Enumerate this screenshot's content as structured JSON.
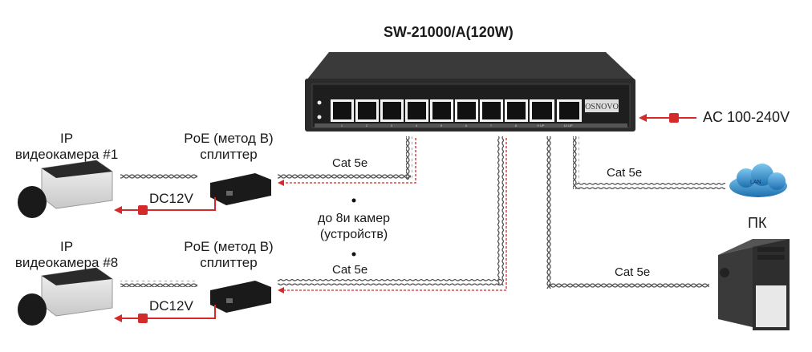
{
  "title": "SW-21000/A(120W)",
  "switch": {
    "brand": "OSNOVO",
    "poe_ports": [
      "1",
      "2",
      "3",
      "4",
      "5",
      "6",
      "7",
      "8"
    ],
    "uplink_ports": [
      "9 UP",
      "10 UP"
    ]
  },
  "power": {
    "label": "AC 100-240V"
  },
  "cameras": [
    {
      "label_line1": "IP",
      "label_line2": "видеокамера #1",
      "splitter_line1": "PoE (метод B)",
      "splitter_line2": "сплиттер",
      "dc_label": "DC12V",
      "cable_label": "Cat 5e"
    },
    {
      "label_line1": "IP",
      "label_line2": "видеокамера #8",
      "splitter_line1": "PoE (метод B)",
      "splitter_line2": "сплиттер",
      "dc_label": "DC12V",
      "cable_label": "Cat 5e"
    }
  ],
  "middle_note": {
    "line1": "до 8и камер",
    "line2": "(устройств)"
  },
  "lan": {
    "label": "LAN",
    "cable_label": "Cat 5e"
  },
  "pc": {
    "label": "ПК",
    "cable_label": "Cat 5e"
  },
  "colors": {
    "accent_red": "#d42a2a",
    "cable": "#555555",
    "switch_body": "#2b2b2b",
    "cloud": "#2a8fd0"
  }
}
